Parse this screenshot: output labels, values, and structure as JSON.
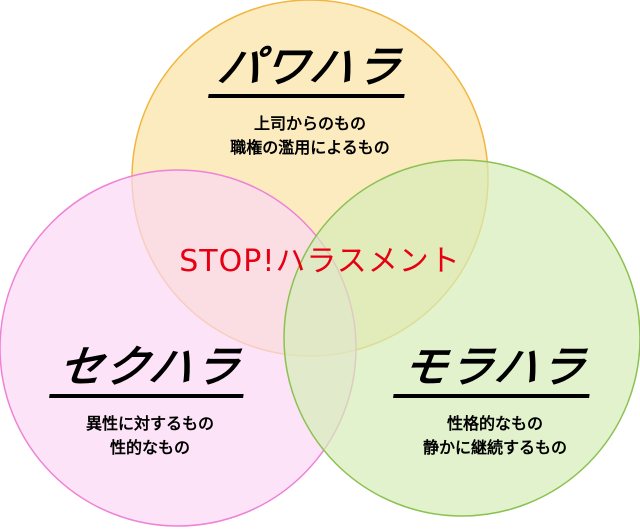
{
  "power": {
    "title": "パワハラ",
    "lines": [
      "上司からのもの",
      "職権の濫用によるもの"
    ],
    "color": "#fbe2a4",
    "stroke": "#f0b640"
  },
  "sexual": {
    "title": "セクハラ",
    "lines": [
      "異性に対するもの",
      "性的なもの"
    ],
    "color": "#fbd7f3",
    "stroke": "#ee82d6"
  },
  "moral": {
    "title": "モラハラ",
    "lines": [
      "性格的なもの",
      "静かに継続するもの"
    ],
    "color": "#d6ecb8",
    "stroke": "#8cc152"
  },
  "center_label": "STOP!ハラスメント",
  "accent": "#e60012"
}
